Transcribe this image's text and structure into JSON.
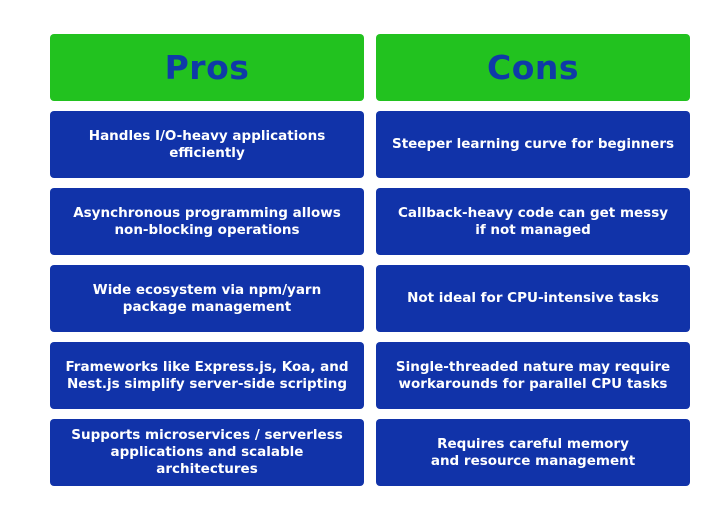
{
  "pros": {
    "title": "Pros",
    "items": [
      "Handles I/O-heavy applications\nefficiently",
      "Asynchronous programming allows\nnon-blocking operations",
      "Wide ecosystem via npm/yarn\npackage management",
      "Frameworks like Express.js, Koa, and\nNest.js simplify server-side scripting",
      "Supports microservices / serverless\napplications and scalable architectures"
    ]
  },
  "cons": {
    "title": "Cons",
    "items": [
      "Steeper learning curve for beginners",
      "Callback-heavy code can get messy\nif not managed",
      "Not ideal for CPU-intensive tasks",
      "Single-threaded nature may require\nworkarounds for parallel CPU tasks",
      "Requires careful memory\nand resource management"
    ]
  },
  "colors": {
    "header_bg": "#22c21f",
    "header_text": "#0f3aa8",
    "cell_bg": "#1133a9",
    "cell_text": "#ffffff",
    "page_bg": "#ffffff"
  }
}
